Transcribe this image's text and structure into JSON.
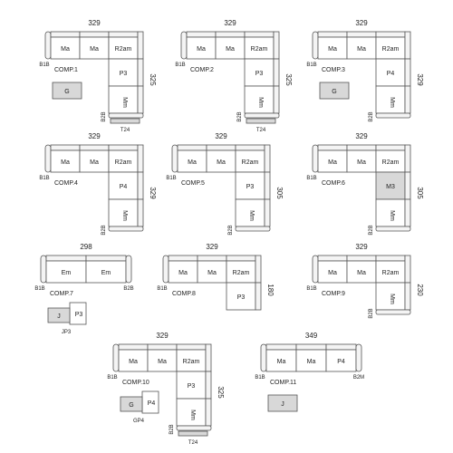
{
  "compositions": [
    {
      "id": "comp1",
      "caption": "COMP.1",
      "width": "329",
      "depth": "325",
      "row": [
        "Ma",
        "Ma",
        "R2am"
      ],
      "col": [
        "P3",
        "Mm"
      ],
      "left": "B1B",
      "foot": "B2B",
      "bottom": "T24",
      "extra": {
        "type": "single",
        "label": "G"
      }
    },
    {
      "id": "comp2",
      "caption": "COMP.2",
      "width": "329",
      "depth": "325",
      "row": [
        "Ma",
        "Ma",
        "R2am"
      ],
      "col": [
        "P3",
        "Mm"
      ],
      "left": "B1B",
      "foot": "B2B",
      "bottom": "T24",
      "extra": null
    },
    {
      "id": "comp3",
      "caption": "COMP.3",
      "width": "329",
      "depth": "329",
      "row": [
        "Ma",
        "Ma",
        "R2am"
      ],
      "col": [
        "P4",
        "Mm"
      ],
      "left": "B1B",
      "foot": "B2B",
      "bottom": "",
      "extra": {
        "type": "single",
        "label": "G"
      }
    },
    {
      "id": "comp4",
      "caption": "COMP.4",
      "width": "329",
      "depth": "329",
      "row": [
        "Ma",
        "Ma",
        "R2am"
      ],
      "col": [
        "P4",
        "Mm"
      ],
      "left": "B1B",
      "foot": "B2B",
      "bottom": "",
      "extra": null
    },
    {
      "id": "comp5",
      "caption": "COMP.5",
      "width": "329",
      "depth": "305",
      "row": [
        "Ma",
        "Ma",
        "R2am"
      ],
      "col": [
        "P3",
        "Mm"
      ],
      "left": "B1B",
      "foot": "B2B",
      "bottom": "",
      "extra": null
    },
    {
      "id": "comp6",
      "caption": "COMP.6",
      "width": "329",
      "depth": "305",
      "row": [
        "Ma",
        "Ma",
        "R2am"
      ],
      "col": [
        "M3",
        "Mm"
      ],
      "left": "B1B",
      "foot": "B2B",
      "bottom": "",
      "extra": null
    },
    {
      "id": "comp7",
      "caption": "COMP.7",
      "width": "298",
      "depth": "",
      "row": [
        "Em",
        "Em"
      ],
      "col": [],
      "left": "B1B",
      "foot": "",
      "right": "B2B",
      "bottom": "",
      "extra": {
        "type": "pair",
        "a": "J",
        "b": "P3",
        "caption": "JP3"
      }
    },
    {
      "id": "comp8",
      "caption": "COMP.8",
      "width": "329",
      "depth": "180",
      "row": [
        "Ma",
        "Ma",
        "R2am"
      ],
      "col": [
        "P3"
      ],
      "left": "B1B",
      "foot": "",
      "bottom": "",
      "extra": null
    },
    {
      "id": "comp9",
      "caption": "COMP.9",
      "width": "329",
      "depth": "230",
      "row": [
        "Ma",
        "Ma",
        "R2am"
      ],
      "col": [
        "Mm"
      ],
      "left": "B1B",
      "foot": "B2B",
      "bottom": "",
      "extra": null
    },
    {
      "id": "comp10",
      "caption": "COMP.10",
      "width": "329",
      "depth": "325",
      "row": [
        "Ma",
        "Ma",
        "R2am"
      ],
      "col": [
        "P3",
        "Mm"
      ],
      "left": "B1B",
      "foot": "B2B",
      "bottom": "T24",
      "extra": {
        "type": "pair",
        "a": "G",
        "b": "P4",
        "caption": "GP4"
      }
    },
    {
      "id": "comp11",
      "caption": "COMP.11",
      "width": "349",
      "depth": "",
      "row": [
        "Ma",
        "Ma",
        "P4"
      ],
      "col": [],
      "left": "B1B",
      "foot": "",
      "right": "B2M",
      "bottom": "",
      "extra": {
        "type": "single",
        "label": "J"
      }
    }
  ]
}
